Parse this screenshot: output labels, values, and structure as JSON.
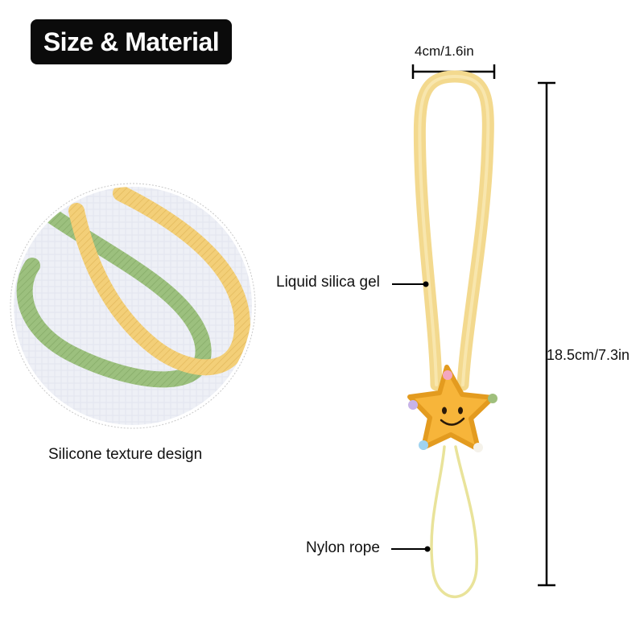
{
  "header": {
    "title": "Size & Material"
  },
  "labels": {
    "texture": "Silicone texture design",
    "silica": "Liquid silica gel",
    "nylon": "Nylon rope",
    "width": "4cm/1.6in",
    "height": "18.5cm/7.3in"
  },
  "colors": {
    "strap_yellow": "#f5d98a",
    "strap_green": "#9cc07e",
    "star": "#f7b53a",
    "nylon": "#e9e39a",
    "badge_bg": "#0b0b0b"
  }
}
